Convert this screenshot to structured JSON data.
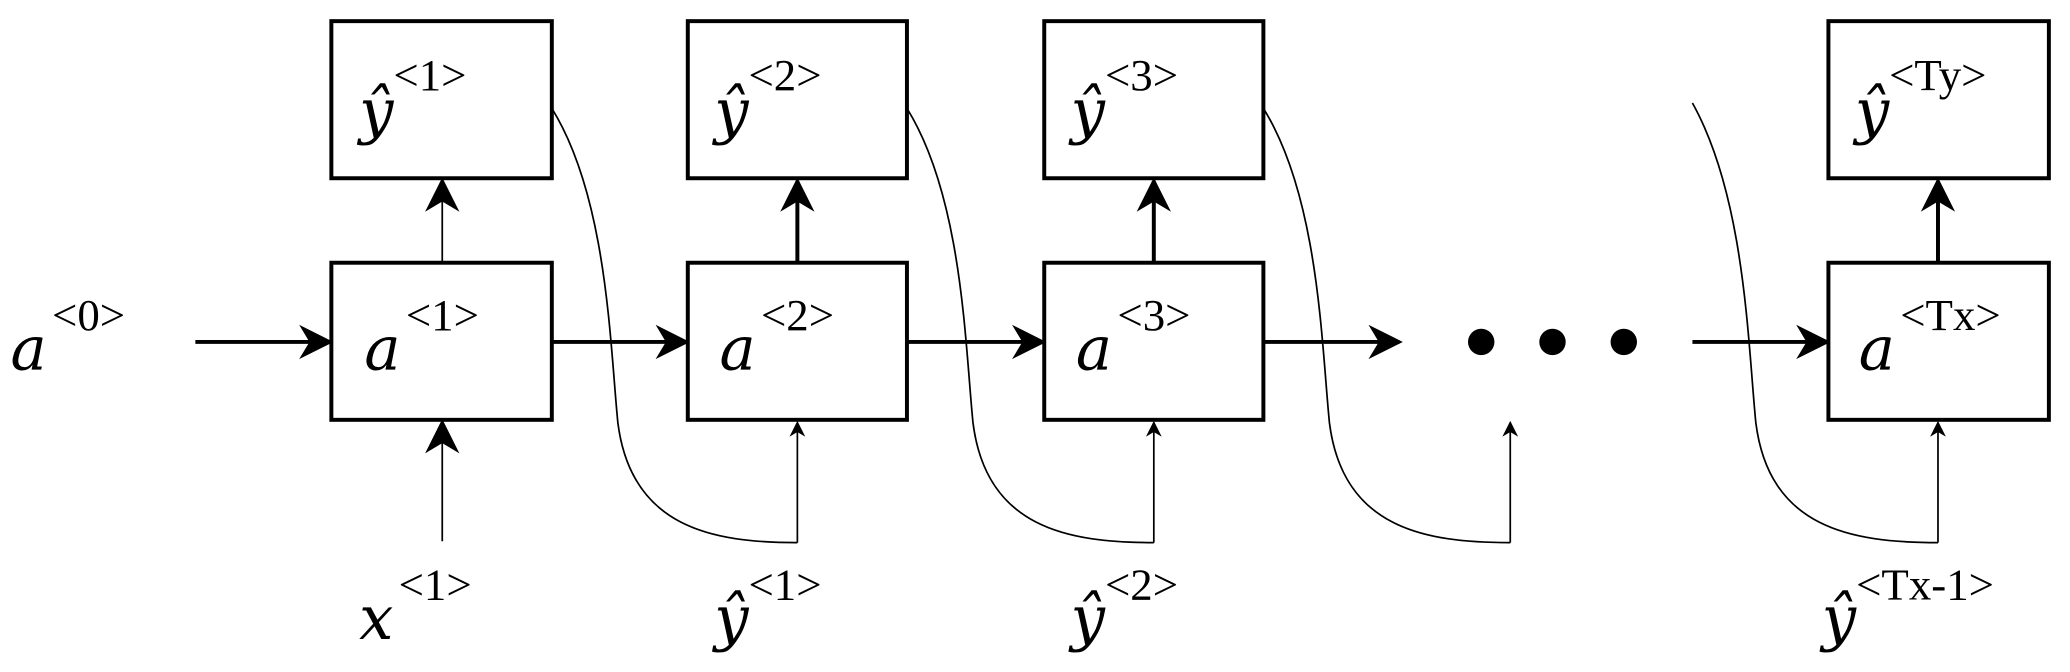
{
  "nodes": {
    "a0": {
      "base": "a",
      "sup": "<0>"
    },
    "hidden": [
      {
        "base": "a",
        "sup": "<1>"
      },
      {
        "base": "a",
        "sup": "<2>"
      },
      {
        "base": "a",
        "sup": "<3>"
      },
      {
        "base": "a",
        "sup": "<Tx>"
      }
    ],
    "outputs": [
      {
        "base": "ŷ",
        "sup": "<1>"
      },
      {
        "base": "ŷ",
        "sup": "<2>"
      },
      {
        "base": "ŷ",
        "sup": "<3>"
      },
      {
        "base": "ŷ",
        "sup": "<Ty>"
      }
    ],
    "inputs": [
      {
        "base": "x",
        "sup": "<1>"
      },
      {
        "base": "ŷ",
        "sup": "<1>"
      },
      {
        "base": "ŷ",
        "sup": "<2>"
      },
      {
        "base": "ŷ",
        "sup": "<Tx-1>"
      }
    ]
  },
  "ellipsis": "• • •"
}
